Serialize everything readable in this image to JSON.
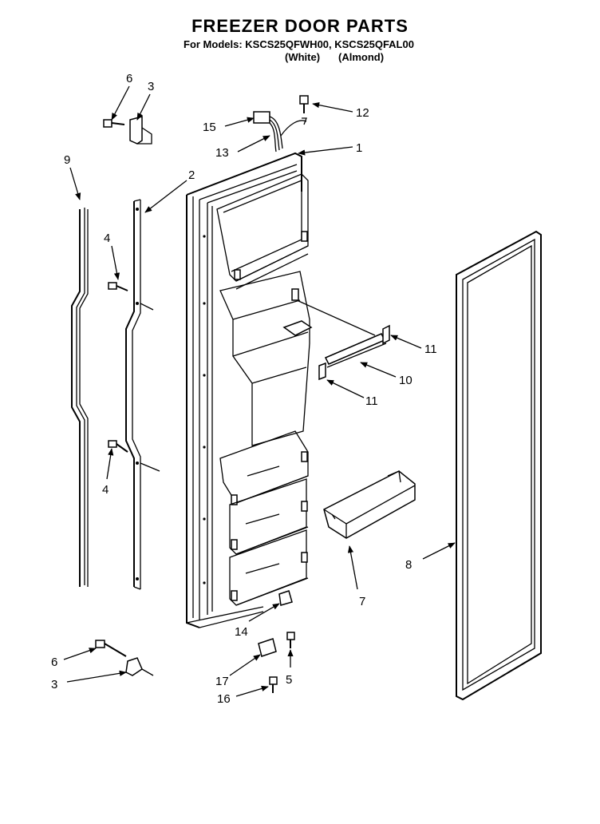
{
  "header": {
    "title": "FREEZER DOOR PARTS",
    "models": "For Models: KSCS25QFWH00, KSCS25QFAL00",
    "variant_white": "(White)",
    "variant_almond": "(Almond)"
  },
  "callouts": {
    "c1": "1",
    "c2": "2",
    "c3a": "3",
    "c3b": "3",
    "c4a": "4",
    "c4b": "4",
    "c5": "5",
    "c6a": "6",
    "c6b": "6",
    "c7": "7",
    "c8": "8",
    "c9": "9",
    "c10": "10",
    "c11a": "11",
    "c11b": "11",
    "c12": "12",
    "c13": "13",
    "c14": "14",
    "c15": "15",
    "c16": "16",
    "c17": "17"
  }
}
